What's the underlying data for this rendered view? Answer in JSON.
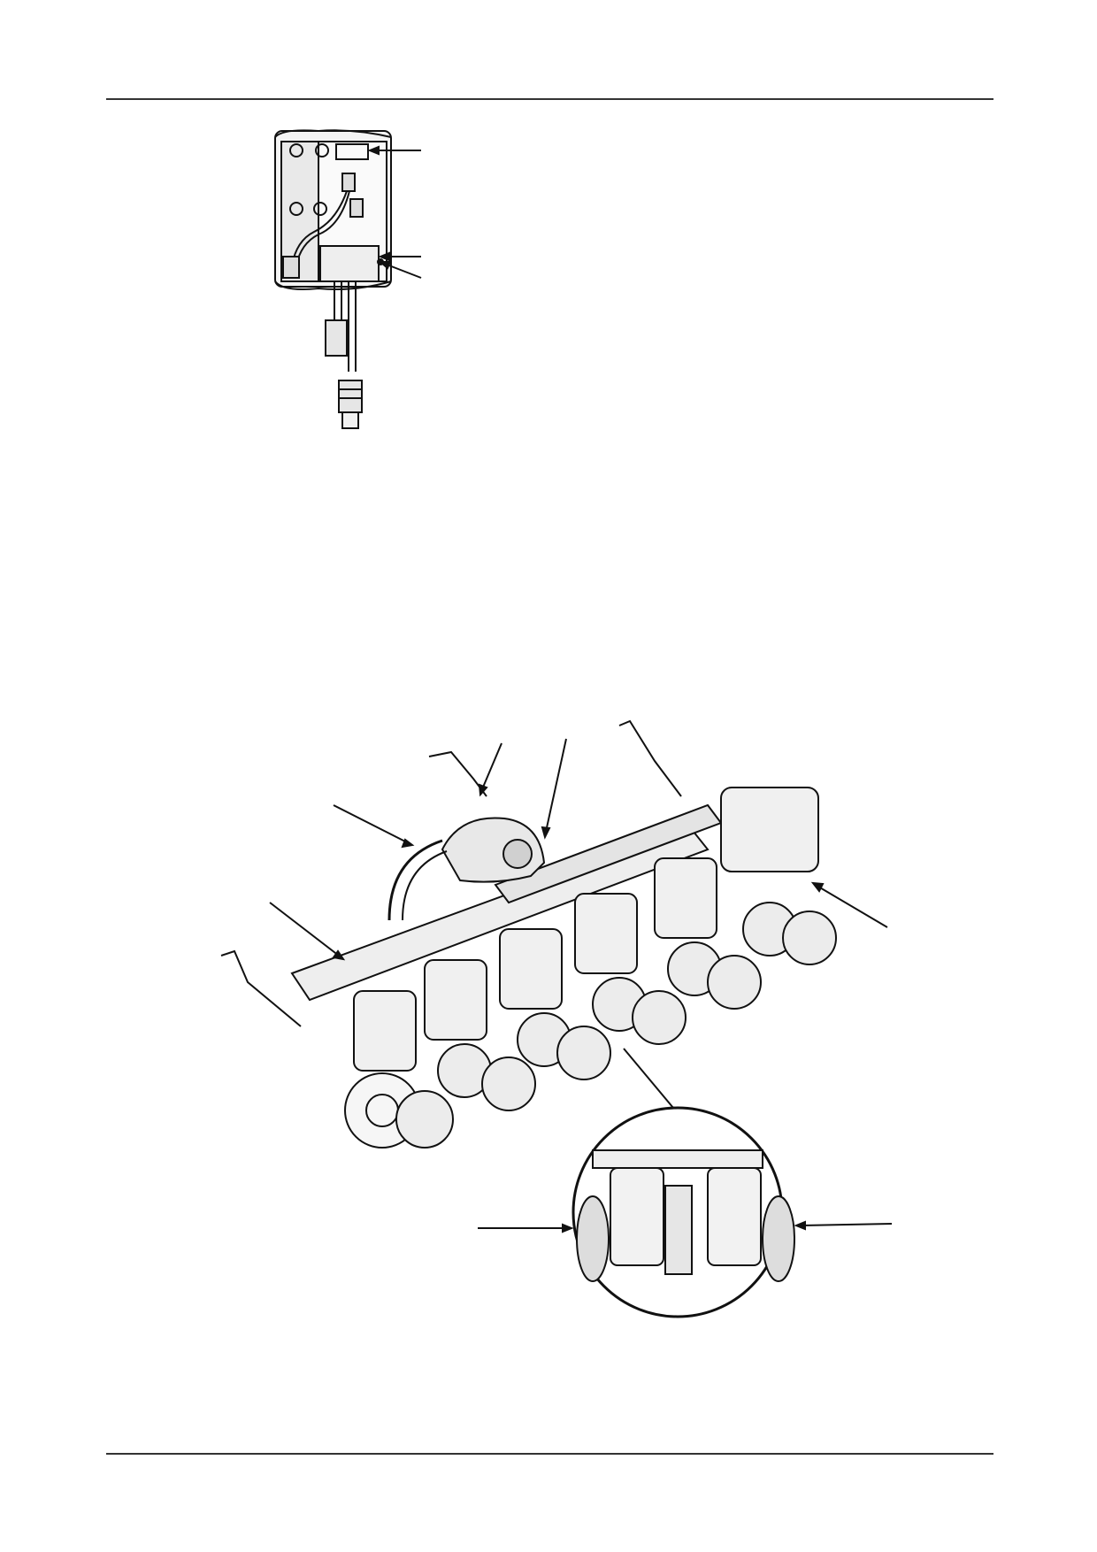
{
  "page": {
    "background": "#ffffff",
    "line_color": "#333333",
    "figures": [
      {
        "name": "control-unit-figure",
        "kind": "line-art illustration of a box with cables and connectors, three leader arrows on the right"
      },
      {
        "name": "planter-figure",
        "kind": "line-art illustration of a multi-row seed planter with a circular detail inset and six leader arrows"
      }
    ]
  }
}
